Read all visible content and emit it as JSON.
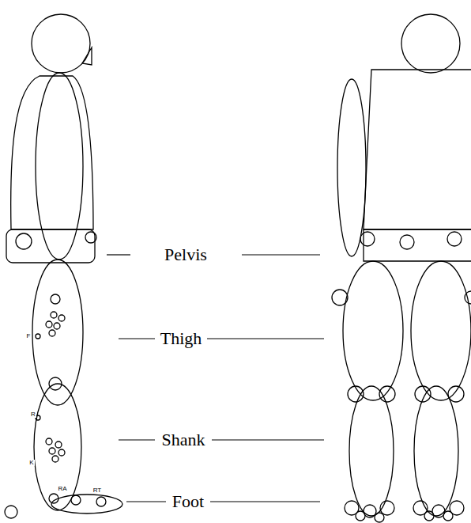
{
  "diagram": {
    "labels": [
      "Pelvis",
      "Thigh",
      "Shank",
      "Foot",
      "F",
      "R",
      "K",
      "RA",
      "RT"
    ]
  }
}
